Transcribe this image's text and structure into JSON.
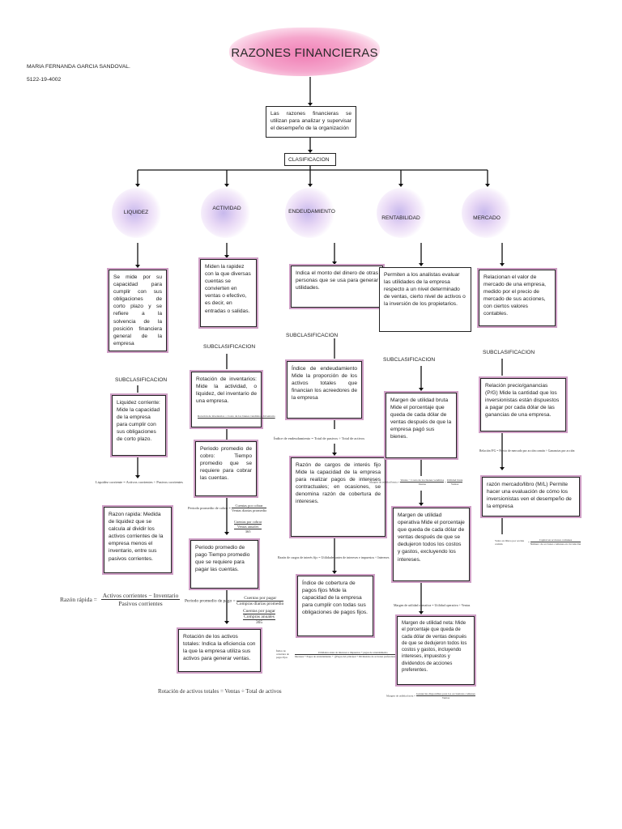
{
  "header": {
    "title": "RAZONES FINANCIERAS",
    "author": "MARIA FERNANDA GARCIA SANDOVAL.",
    "id": "5122-19-4002"
  },
  "root": {
    "definition": "Las razones financieras se utilizan para analizar y supervisar el desempeño de la organización",
    "classification_label": "CLASIFICACION"
  },
  "categories": [
    {
      "name": "LIQUIDEZ",
      "description": "Se mide por su capacidad para cumplir con sus obligaciones de corto plazo y se refiere a la solvencia de la posición financiera general de la empresa",
      "sub_label": "SUBCLASIFICACION",
      "items": [
        {
          "text": "Liquidez corriente: Mide la capacidad de la empresa para cumplir con sus obligaciones de corto plazo.",
          "formula": "Liquidez corriente = Activos corrientes ÷ Pasivos corrientes"
        },
        {
          "text": "Razon rapida: Medida de liquidez que se calcula al dividir los activos corrientes de la empresa menos el inventario, entre sus pasivos corrientes.",
          "formula_lhs": "Razón rápida =",
          "formula_num": "Activos corrientes − Inventario",
          "formula_den": "Pasivos corrientes"
        }
      ]
    },
    {
      "name": "ACTIVIDAD",
      "description": "Miden la rapidez con la que diversas cuentas se convierten en ventas o efectivo, es decir, en entradas o salidas.",
      "sub_label": "SUBCLASIFICACION",
      "items": [
        {
          "text": "Rotación de inventarios: Mide la actividad, o liquidez, del inventario de una empresa.",
          "formula": "Rotación de inventarios = Costo de los bienes vendidos ÷ Inventario"
        },
        {
          "text": "Periodo promedio de cobro: Tiempo promedio que se requiere para cobrar las cuentas.",
          "formula_lhs": "Periodo promedio de cobro =",
          "formula_num": "Cuentas por cobrar",
          "formula_den": "Ventas diarias promedio",
          "formula_num2": "Cuentas por cobrar",
          "formula_den2": "Ventas anuales",
          "formula_den3": "365"
        },
        {
          "text": "Periodo promedio de pago Tiempo promedio que se requiere para pagar las cuentas.",
          "formula_lhs": "Periodo promedio de pago =",
          "formula_num": "Cuentas por pagar",
          "formula_den": "Compras diarias promedio",
          "formula_num2": "Cuentas por pagar",
          "formula_den2": "Compras anuales",
          "formula_den3": "365"
        },
        {
          "text": "Rotación de los activos totales: Indica la eficiencia con la que la empresa utiliza sus activos para generar ventas.",
          "formula": "Rotación de activos totales = Ventas ÷ Total de activos"
        }
      ]
    },
    {
      "name": "ENDEUDAMIENTO",
      "description": "Indica el monto del dinero de otras personas que se usa para generar utilidades.",
      "sub_label": "SUBCLASIFICACION",
      "items": [
        {
          "text": "Índice de endeudamiento Mide la proporción de los activos totales que financian los acreedores de la empresa",
          "formula": "Índice de endeudamiento = Total de pasivos ÷ Total de activos"
        },
        {
          "text": "Razón de cargos de interés fijo Mide la capacidad de la empresa para realizar pagos de intereses contractuales; en ocasiones, se denomina razón de cobertura de intereses.",
          "formula": "Razón de cargos de interés fijo = Utilidades antes de intereses e impuestos ÷ Intereses"
        },
        {
          "text": "Índice de cobertura de pagos fijos Mide la capacidad de la empresa para cumplir con todas sus obligaciones de pagos fijos.",
          "formula_lhs": "Índice de cobertura de pagos fijos",
          "formula_num": "Utilidades antes de intereses e impuestos + pagos de arrendamiento",
          "formula_den": "Intereses + Pagos de arrendamiento + {(Pagos del principal + Dividendos de acciones preferentes) × [1/(1 − T)]}"
        }
      ]
    },
    {
      "name": "RENTABILIDAD",
      "description": "Permiten a los analistas evaluar las utilidades de la empresa respecto a un nivel determinado de ventas, cierto nivel de activos o la inversión de los propietarios.",
      "sub_label": "SUBCLASIFICACION",
      "items": [
        {
          "text": "Margen de utilidad bruta Mide el porcentaje que queda de cada dólar de ventas después de que la empresa pagó sus bienes.",
          "formula_lhs": "Margen de utilidad bruta =",
          "formula_num": "Ventas − Costo de los bienes vendidos",
          "formula_den": "Ventas",
          "formula_num2": "Utilidad bruta",
          "formula_den2": "Ventas"
        },
        {
          "text": "Margen de utilidad operativa Mide el porcentaje que queda de cada dólar de ventas después de que se dedujeron todos los costos y gastos, excluyendo los intereses.",
          "formula": "Margen de utilidad operativa = Utilidad operativa ÷ Ventas"
        },
        {
          "text": "Margen de utilidad neta: Mide el porcentaje que queda de cada dólar de ventas después de que se dedujeron todos los costos y gastos, incluyendo intereses, impuestos y dividendos de acciones preferentes.",
          "formula_lhs": "Margen de utilidad neta =",
          "formula_num": "Ganancias disponibles para los accionistas comunes",
          "formula_den": "Ventas"
        }
      ]
    },
    {
      "name": "MERCADO",
      "description": "Relacionan el valor de mercado de una empresa, medido por el precio de mercado de sus acciones, con ciertos valores contables.",
      "sub_label": "SUBCLASIFICACION",
      "items": [
        {
          "text": "Relación precio/ganancias (P/G) Mide la cantidad que los inversionistas están dispuestos a pagar por cada dólar de las ganancias de una empresa.",
          "formula": "Relación P/G = Precio de mercado por acción común ÷ Ganancias por acción"
        },
        {
          "text": "razón mercado/libro (M/L) Permite hacer una evaluación de cómo los inversionistas ven el desempeño de la empresa",
          "formula_lhs": "Valor en libros por acción común",
          "formula_num": "Capital en acciones comunes",
          "formula_den": "Número de acciones comunes en circulación"
        }
      ]
    }
  ]
}
